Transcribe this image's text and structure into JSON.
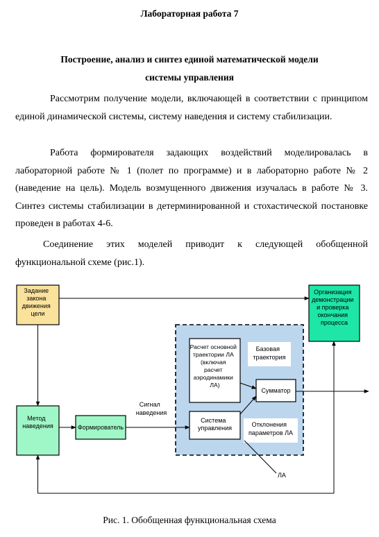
{
  "header": {
    "lab_title": "Лабораторная работа 7",
    "topic_line1": "Построение, анализ и синтез единой математической модели",
    "topic_line2": "системы управления"
  },
  "body": {
    "paragraphs": [
      "Рассмотрим получение модели, включающей в соответствии с принципом единой динамической системы, систему наведения и систему стабилизации.",
      "Работа формирователя задающих воздействий моделировалась в лабораторной работе № 1 (полет по программе) и в лабораторно работе № 2 (наведение на цель). Модель возмущенного движения изучалась в работе № 3. Синтез системы стабилизации в детерминированной и стохастической постановке проведен в работах 4-6.",
      "Соединение этих моделей приводит к следующей обобщенной функциональной схеме (рис.1)."
    ]
  },
  "diagram": {
    "colors": {
      "yellow": "#fbe29c",
      "green": "#9ff7c8",
      "teal": "#1de6a6",
      "panel": "#bcd6ee"
    },
    "blocks": {
      "law": [
        "Задание",
        "закона",
        "движения",
        "цели"
      ],
      "guidance": [
        "Метод",
        "наведения"
      ],
      "shaper": [
        "Формирователь"
      ],
      "org": [
        "Организация",
        "демонстрации",
        "и проверка",
        "окончания",
        "процесса"
      ],
      "calc": [
        "Расчет основной",
        "траектории ЛА",
        "(включая",
        "расчет",
        "аэродинамики",
        "ЛА)"
      ],
      "control": [
        "Система",
        "управления"
      ],
      "summator": [
        "Сумматор"
      ]
    },
    "labels": {
      "base": [
        "Базовая",
        "траектория"
      ],
      "deviation": [
        "Отклонения",
        "параметров  ЛА"
      ],
      "signal": [
        "Сигнал",
        "наведения"
      ],
      "la": "ЛА"
    }
  },
  "caption": "Рис. 1. Обобщенная функциональная схема"
}
